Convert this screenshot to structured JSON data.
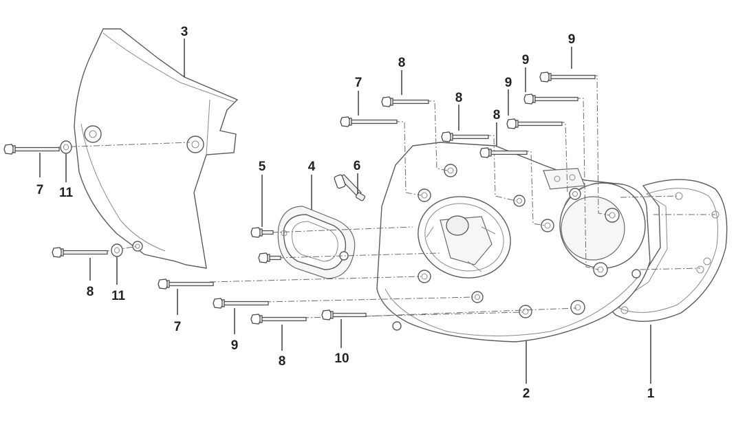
{
  "callouts": [
    "3",
    "7",
    "11",
    "8",
    "11",
    "7",
    "9",
    "8",
    "10",
    "5",
    "4",
    "6",
    "7",
    "8",
    "8",
    "8",
    "9",
    "9",
    "9",
    "2",
    "1"
  ]
}
